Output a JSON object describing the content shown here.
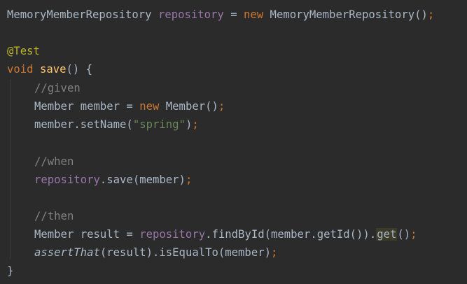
{
  "code": {
    "line1": {
      "type": "MemoryMemberRepository",
      "field": "repository",
      "eq": " = ",
      "kw_new": "new",
      "ctor": " MemoryMemberRepository()",
      "semi": ";"
    },
    "line3": {
      "annotation": "@Test"
    },
    "line4": {
      "kw_void": "void",
      "method": "save",
      "rest": "() {"
    },
    "line5": {
      "comment": "//given"
    },
    "line6": {
      "decl": "Member member = ",
      "kw_new": "new",
      "ctor": " Member()",
      "semi": ";"
    },
    "line7": {
      "call": "member.setName(",
      "str": "\"spring\"",
      "close": ")",
      "semi": ";"
    },
    "line9": {
      "comment": "//when"
    },
    "line10": {
      "field": "repository",
      "call": ".save(member)",
      "semi": ";"
    },
    "line12": {
      "comment": "//then"
    },
    "line13": {
      "decl": "Member result = ",
      "field": "repository",
      "call": ".findById(member.getId()).",
      "get": "get",
      "close": "()",
      "semi": ";"
    },
    "line14": {
      "static_call": "assertThat",
      "rest": "(result).isEqualTo(member)",
      "semi": ";"
    },
    "line15": {
      "brace": "}"
    }
  }
}
